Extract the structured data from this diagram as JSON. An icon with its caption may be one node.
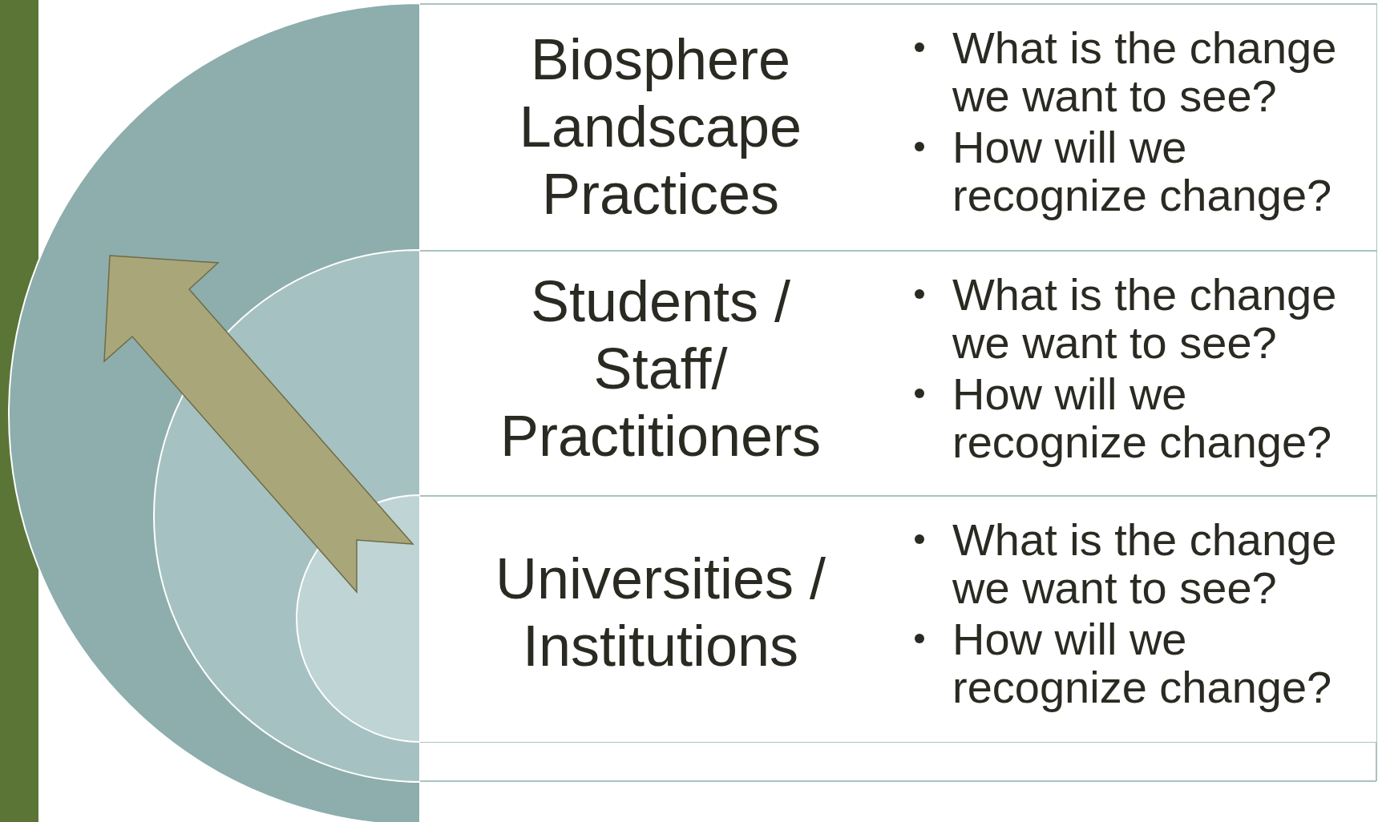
{
  "diagram": {
    "nodes": [
      {
        "text": [
          "Biosphere Landscape Practices",
          "What is the change we want to see?",
          "How will we recognize change?"
        ]
      },
      {
        "text": [
          "Students / Staff/ Practitioners",
          "What is the change we want to see?",
          "How will we recognize change?"
        ]
      },
      {
        "text": [
          "Universities / Institutions",
          "What is the change we want to see?",
          "How will we recognize change?"
        ]
      }
    ]
  }
}
